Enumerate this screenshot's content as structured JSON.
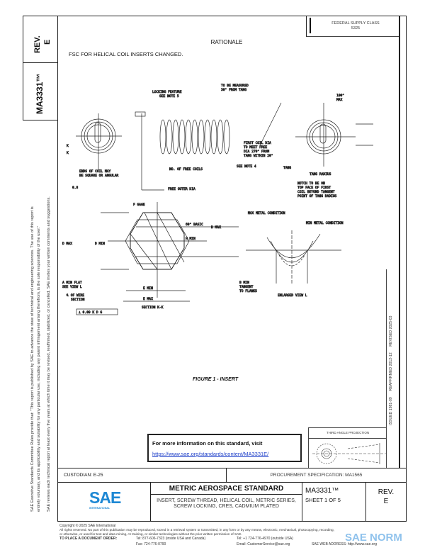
{
  "side": {
    "rev_label": "REV.",
    "rev_value": "E",
    "doc_number": "MA3331™",
    "legal_line1": "SAE Executive Standards Committee Rules provide that: \"This report is published by SAE to advance the state of technical and engineering sciences. The use of this report is",
    "legal_line1b": "entirely voluntary, and its applicability and suitability for any particular use, including any patent infringement arising therefrom, is the sole responsibility of the user.\"",
    "legal_line2": "SAE reviews each technical report at least every five years at which time it may be revised, reaffirmed, stabilized, or cancelled. SAE invites your written comments and suggestions."
  },
  "header": {
    "fsc_label": "FEDERAL SUPPLY CLASS",
    "fsc_value": "5325",
    "rationale_title": "RATIONALE",
    "rationale_text": "FSC FOR HELICAL COIL INSERTS CHANGED."
  },
  "dates": {
    "issued": "ISSUED 1981-09",
    "reaffirmed": "REAFFIRMED 2012-12",
    "revised": "REVISED 2025-03"
  },
  "figure": {
    "caption": "FIGURE 1 - INSERT",
    "labels": {
      "locking_feature": "LOCKING FEATURE",
      "see_note_5": "SEE NOTE 5",
      "to_be_measured": "TO BE MEASURED",
      "from_tang": "30° FROM TANG",
      "max100": "100°",
      "max": "MAX",
      "ends_of_coil": "ENDS OF COIL MAY",
      "square_or_angular": "BE SQUARE OR ANGULAR",
      "no_free_coils": "NO. OF FREE COILS",
      "see_note_4": "SEE NOTE 4",
      "free_outer_dia": "FREE OUTER DIA",
      "first_coil_1": "FIRST COIL DIA",
      "first_coil_2": "TO MEET FREE",
      "first_coil_3": "DIA 270° FROM",
      "first_coil_4": "TANG WITHIN 20°",
      "tang": "TANG",
      "tang_radius": "TANG RADIUS",
      "notch_1": "NOTCH TO BE ON",
      "notch_2": "TOP FACE OF FIRST",
      "notch_3": "COIL BEYOND TANGENT",
      "notch_4": "POINT OF TANG RADIUS",
      "f_gage": "F GAGE",
      "basic60": "60° BASIC",
      "max_metal": "MAX METAL CONDITION",
      "min_metal": "MIN METAL CONDITION",
      "a_min_flat": "A MIN FLAT",
      "see_view_l": "SEE VIEW L",
      "cl_wire": "℄ OF WIRE",
      "section": "SECTION",
      "section_kk": "SECTION K-K",
      "tolerance": "⊥ 0.09 K D G",
      "b_min_tangent": "B MIN",
      "tangent": "TANGENT",
      "to_flanks": "TO FLANKS",
      "enlarged_view": "ENLARGED VIEW L",
      "e_min": "E MIN",
      "e_max": "E MAX",
      "d_max": "D MAX",
      "d_min": "D MIN",
      "h_min": "H MIN",
      "h_max": "H MAX",
      "k": "K",
      "finish": "0.8"
    }
  },
  "info_box": {
    "heading": "For more information on this standard, visit",
    "link": "https://www.sae.org/standards/content/MA3331E/"
  },
  "projection": {
    "label": "THIRD ANGLE PROJECTION"
  },
  "title_block": {
    "custodian": "CUSTODIAN: E-25",
    "procurement": "PROCUREMENT SPECIFICATION: MA1565",
    "logo_text": "SAE",
    "logo_sub": "INTERNATIONAL",
    "standard_title": "METRIC AEROSPACE STANDARD",
    "description": "INSERT, SCREW THREAD, HELICAL COIL, METRIC SERIES, SCREW LOCKING, CRES, CADMIUM PLATED",
    "doc_number": "MA3331™",
    "sheet": "SHEET 1 OF 5",
    "rev_label": "REV.",
    "rev_value": "E",
    "brand_color": "#1e88d4"
  },
  "footer": {
    "copyright": "Copyright © 2025 SAE International",
    "rights": "All rights reserved. No part of this publication may be reproduced, stored in a retrieval system or transmitted, in any form or by any means, electronic, mechanical, photocopying, recording,",
    "rights2": "or otherwise, or used for text and data mining, AI training, or similar technologies without the prior written permission of SAE.",
    "order_label": "TO PLACE A DOCUMENT ORDER:",
    "tel1": "Tel: 877-606-7323 (inside USA and Canada)",
    "tel2": "Tel: +1 724-776-4970 (outside USA)",
    "fax": "Fax: 724-776-0790",
    "email": "Email: CustomerService@sae.org",
    "web": "SAE WEB ADDRESS: http://www.sae.org",
    "watermark": "SAE NORM"
  }
}
